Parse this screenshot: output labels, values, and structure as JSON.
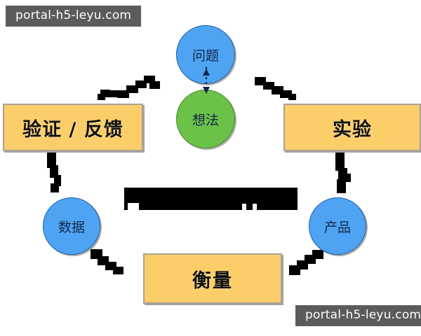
{
  "diagram": {
    "title": "Lean startup build-measure-learn loop",
    "background": "#ffffff",
    "colors": {
      "box_fill": "#fbce69",
      "box_border": "#a8a295",
      "circle_blue": "#4ea4f2",
      "circle_green": "#6cc248",
      "arrow": "#000000",
      "watermark_bg": "#5b5b5b",
      "watermark_text": "#ffffff",
      "label_text": "#111111",
      "circle_text": "#12264a"
    }
  },
  "watermarks": {
    "top_left": "portal-h5-leyu.com",
    "bottom_right": "portal-h5-leyu.com"
  },
  "nodes": {
    "problem": {
      "label": "问题",
      "shape": "circle",
      "color": "#4ea4f2"
    },
    "idea": {
      "label": "想法",
      "shape": "circle",
      "color": "#6cc248"
    },
    "validate": {
      "label": "验证 / 反馈",
      "shape": "box",
      "color": "#fbce69"
    },
    "experiment": {
      "label": "实验",
      "shape": "box",
      "color": "#fbce69"
    },
    "measure": {
      "label": "衡量",
      "shape": "box",
      "color": "#fbce69"
    },
    "data": {
      "label": "数据",
      "shape": "circle",
      "color": "#4ea4f2"
    },
    "product": {
      "label": "产品",
      "shape": "circle",
      "color": "#4ea4f2"
    }
  },
  "connectors": [
    {
      "name": "problem-to-idea",
      "from": "problem",
      "to": "idea",
      "style": "dotted",
      "direction": "down"
    },
    {
      "name": "problem-to-validate",
      "from": "problem",
      "to": "validate",
      "style": "solid",
      "direction": "down-left"
    },
    {
      "name": "idea-to-experiment",
      "from": "idea",
      "to": "experiment",
      "style": "solid",
      "direction": "down-right"
    },
    {
      "name": "validate-to-data",
      "from": "validate",
      "to": "data",
      "style": "solid",
      "direction": "down"
    },
    {
      "name": "experiment-to-product",
      "from": "experiment",
      "to": "product",
      "style": "solid",
      "direction": "down"
    },
    {
      "name": "data-to-measure",
      "from": "data",
      "to": "measure",
      "style": "solid",
      "direction": "down-right"
    },
    {
      "name": "product-to-measure",
      "from": "product",
      "to": "measure",
      "style": "solid",
      "direction": "down-left"
    }
  ],
  "redaction": {
    "center_bar": {
      "present": true,
      "color": "#000000",
      "note": ""
    }
  }
}
